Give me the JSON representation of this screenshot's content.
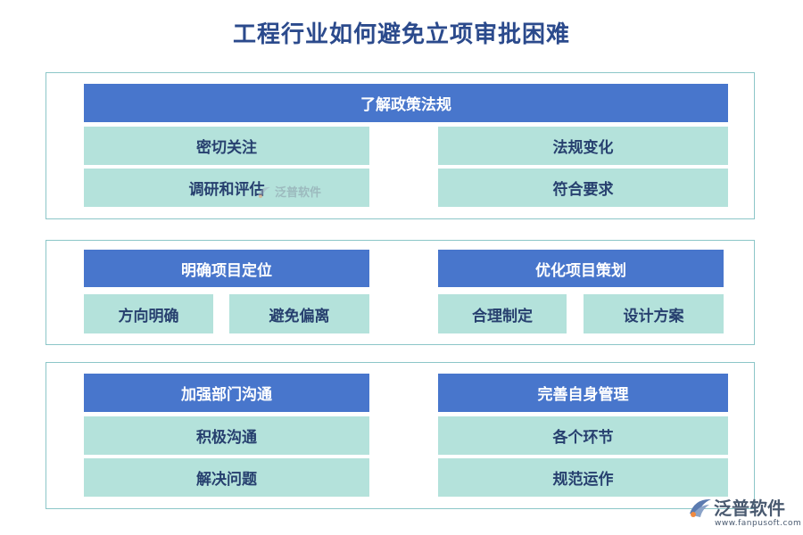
{
  "title": "工程行业如何避免立项审批困难",
  "section1": {
    "header": "了解政策法规",
    "left_items": [
      "密切关注",
      "调研和评估"
    ],
    "right_items": [
      "法规变化",
      "符合要求"
    ]
  },
  "section2": {
    "left": {
      "header": "明确项目定位",
      "items": [
        "方向明确",
        "避免偏离"
      ]
    },
    "right": {
      "header": "优化项目策划",
      "items": [
        "合理制定",
        "设计方案"
      ]
    }
  },
  "section3": {
    "left": {
      "header": "加强部门沟通",
      "items": [
        "积极沟通",
        "解决问题"
      ]
    },
    "right": {
      "header": "完善自身管理",
      "items": [
        "各个环节",
        "规范运作"
      ]
    }
  },
  "watermark": {
    "text": "泛普软件"
  },
  "logo": {
    "text": "泛普软件",
    "url": "www.fanpusoft.com"
  },
  "colors": {
    "header": "#4876cc",
    "cell": "#b4e2db",
    "title": "#2b4a8c",
    "border": "#8cc6c8"
  }
}
